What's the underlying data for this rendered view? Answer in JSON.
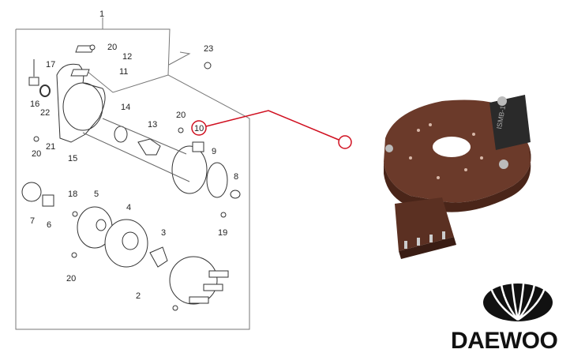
{
  "diagram": {
    "callouts": [
      "1",
      "20",
      "12",
      "11",
      "17",
      "16",
      "22",
      "14",
      "20",
      "13",
      "10",
      "9",
      "8",
      "21",
      "20",
      "15",
      "18",
      "5",
      "4",
      "7",
      "6",
      "19",
      "3",
      "20",
      "2",
      "23"
    ],
    "highlighted_part": "10",
    "highlight_color": "#d01020"
  },
  "product_photo": {
    "part_color": "#6b3a2a",
    "marking": "ISMB-1"
  },
  "logo": {
    "brand": "DAEWOO"
  }
}
